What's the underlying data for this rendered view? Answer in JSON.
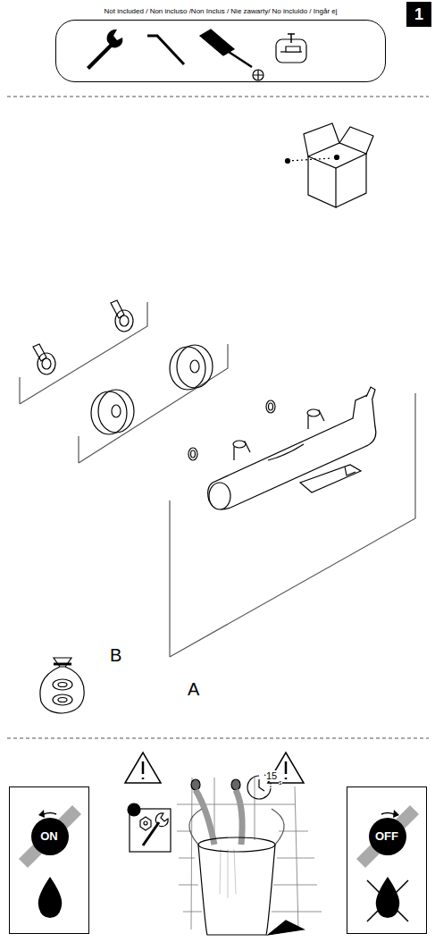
{
  "diagram": {
    "nodes": [
      {
        "text": [
          "Not included / Non incluso /Non Inclus / Nie zawarty/ No incluido / Ingår ej"
        ]
      },
      {
        "text": [
          "1"
        ]
      },
      {
        "text": [
          "ON"
        ]
      },
      {
        "text": [
          "OFF"
        ]
      }
    ],
    "labels": [
      "B",
      "A",
      "15",
      "s"
    ]
  }
}
